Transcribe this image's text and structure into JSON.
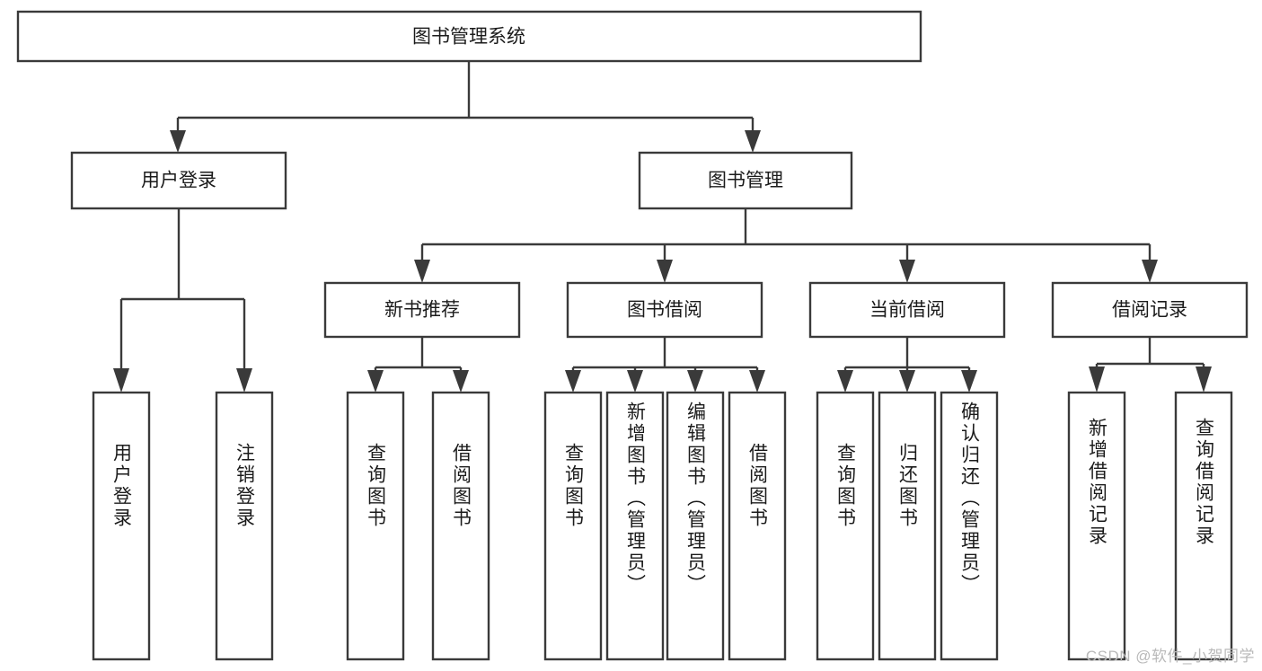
{
  "diagram": {
    "title": "图书管理系统",
    "type": "hierarchy-tree",
    "watermark": "CSDN @软件_小贺同学",
    "colors": {
      "stroke": "#3a3a3a",
      "fill": "#ffffff",
      "text": "#1b1b1b",
      "watermark": "#b9b9b9",
      "background": "#ffffff"
    },
    "root": {
      "label": "图书管理系统"
    },
    "level2": [
      {
        "label": "用户登录"
      },
      {
        "label": "图书管理"
      }
    ],
    "level3": [
      {
        "label": "新书推荐"
      },
      {
        "label": "图书借阅"
      },
      {
        "label": "当前借阅"
      },
      {
        "label": "借阅记录"
      }
    ],
    "leaves": {
      "user_login": [
        {
          "label": "用户登录"
        },
        {
          "label": "注销登录"
        }
      ],
      "new_book": [
        {
          "label": "查询图书"
        },
        {
          "label": "借阅图书"
        }
      ],
      "book_borrow": [
        {
          "label": "查询图书"
        },
        {
          "label": "新增图书（管理员）"
        },
        {
          "label": "编辑图书（管理员）"
        },
        {
          "label": "借阅图书"
        }
      ],
      "current_borrow": [
        {
          "label": "查询图书"
        },
        {
          "label": "归还图书"
        },
        {
          "label": "确认归还（管理员）"
        }
      ],
      "borrow_record": [
        {
          "label": "新增借阅记录"
        },
        {
          "label": "查询借阅记录"
        }
      ]
    }
  }
}
